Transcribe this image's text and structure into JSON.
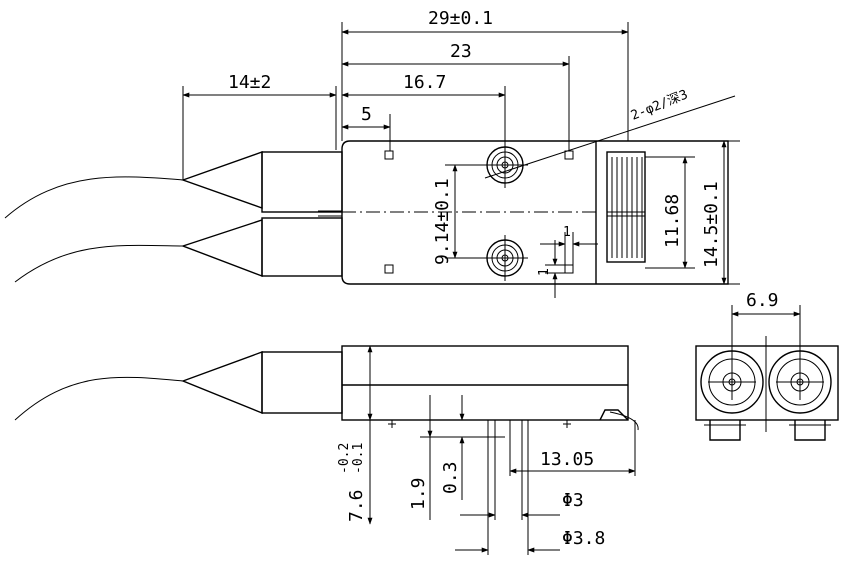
{
  "dimensions": {
    "overall_length": "29±0.1",
    "hole_2_pos": "23",
    "hole_1_pos": "16.7",
    "fiber_length": "14±2",
    "mount_hole_offset": "5",
    "hole_spec": "2-φ2/深3",
    "hole_spacing": "9.14±0.1",
    "inner_height": "11.68",
    "outer_height": "14.5±0.1",
    "small_right_dim": "1",
    "small_bottom_dim": "1",
    "port_spacing": "6.9",
    "total_height": "7.6",
    "total_height_tol_upper": "-0.2",
    "total_height_tol_lower": "-0.1",
    "pin_depth": "1.9",
    "pin_offset": "0.3",
    "pin_position": "13.05",
    "pin_diameter_inner": "Φ3",
    "pin_diameter_outer": "Φ3.8"
  }
}
